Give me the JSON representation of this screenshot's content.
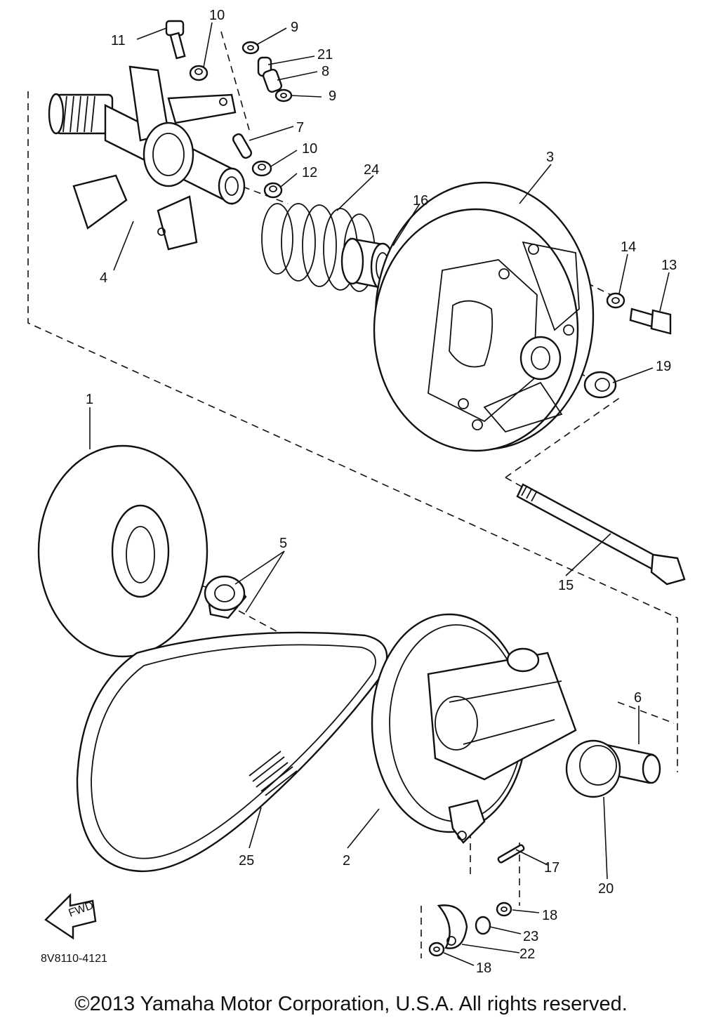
{
  "diagram": {
    "drawing_code": "8V8110-4121",
    "fwd_badge": "FWD",
    "callouts": {
      "p1": "1",
      "p2": "2",
      "p3": "3",
      "p4": "4",
      "p5": "5",
      "p6": "6",
      "p7": "7",
      "p8": "8",
      "p9a": "9",
      "p9b": "9",
      "p10a": "10",
      "p10b": "10",
      "p11": "11",
      "p12": "12",
      "p13": "13",
      "p14": "14",
      "p15": "15",
      "p16": "16",
      "p17": "17",
      "p18a": "18",
      "p18b": "18",
      "p19": "19",
      "p20": "20",
      "p21": "21",
      "p22": "22",
      "p23": "23",
      "p24": "24",
      "p25": "25"
    }
  },
  "footer": {
    "copyright": "©2013 Yamaha Motor Corporation, U.S.A. All rights reserved."
  }
}
